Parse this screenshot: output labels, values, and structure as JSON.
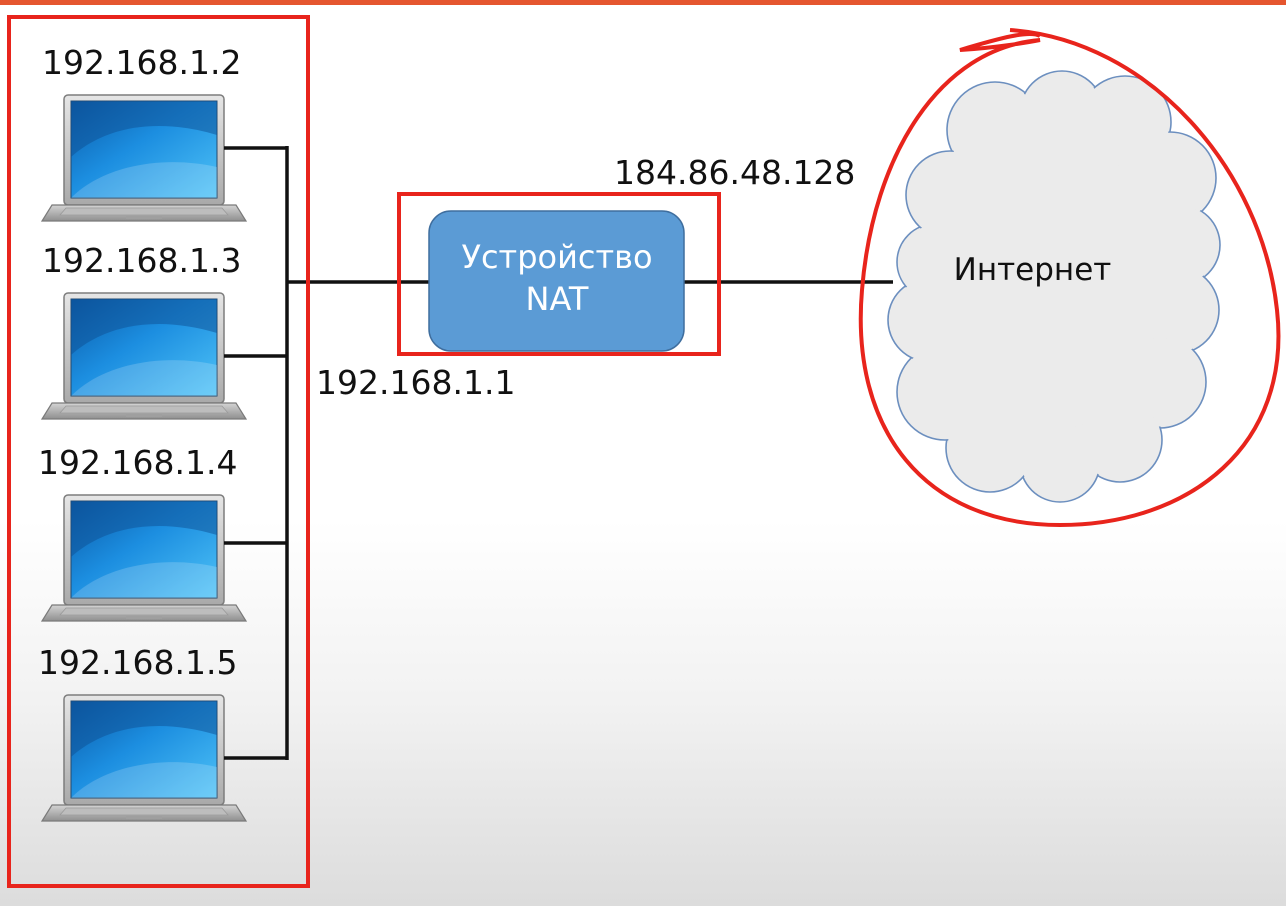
{
  "diagram": {
    "hosts": [
      {
        "ip": "192.168.1.2"
      },
      {
        "ip": "192.168.1.3"
      },
      {
        "ip": "192.168.1.4"
      },
      {
        "ip": "192.168.1.5"
      }
    ],
    "nat": {
      "line1": "Устройство",
      "line2": "NAT"
    },
    "nat_inner_ip": "192.168.1.1",
    "nat_outer_ip": "184.86.48.128",
    "cloud_label": "Интернет"
  },
  "colors": {
    "accent_bar": "#e5562f",
    "highlight": "#e8241c",
    "nat_box": "#5b9bd5",
    "cloud_fill": "#ebebeb",
    "cloud_stroke": "#6c8fbf",
    "wire": "#111111"
  },
  "icons": {
    "host": "laptop-icon",
    "internet": "cloud-icon"
  }
}
